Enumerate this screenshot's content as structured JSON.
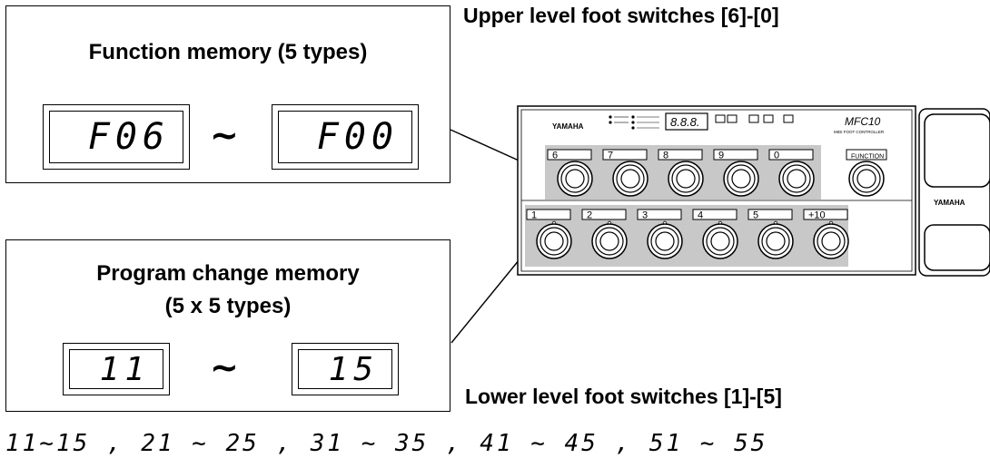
{
  "function_box": {
    "title": "Function memory (5 types)",
    "display_from": "F06",
    "display_to": "F00",
    "separator": "~"
  },
  "program_box": {
    "title_line1": "Program change memory",
    "title_line2": "(5 x 5 types)",
    "display_from": "11",
    "display_to": "15",
    "separator": "~"
  },
  "labels": {
    "upper": "Upper level foot switches [6]-[0]",
    "lower": "Lower level foot switches [1]-[5]"
  },
  "sequence": "11~15 , 21 ~ 25 , 31 ~ 35 , 41 ~ 45 , 51 ~ 55",
  "device": {
    "brand": "YAMAHA",
    "model": "MFC10",
    "model_sub": "MIDI FOOT CONTROLLER",
    "display": "8.8.8.",
    "pedal_brand": "YAMAHA",
    "upper_keys": [
      "6",
      "7",
      "8",
      "9",
      "0",
      "FUNCTION"
    ],
    "lower_keys": [
      "1",
      "2",
      "3",
      "4",
      "5",
      "+10"
    ]
  }
}
